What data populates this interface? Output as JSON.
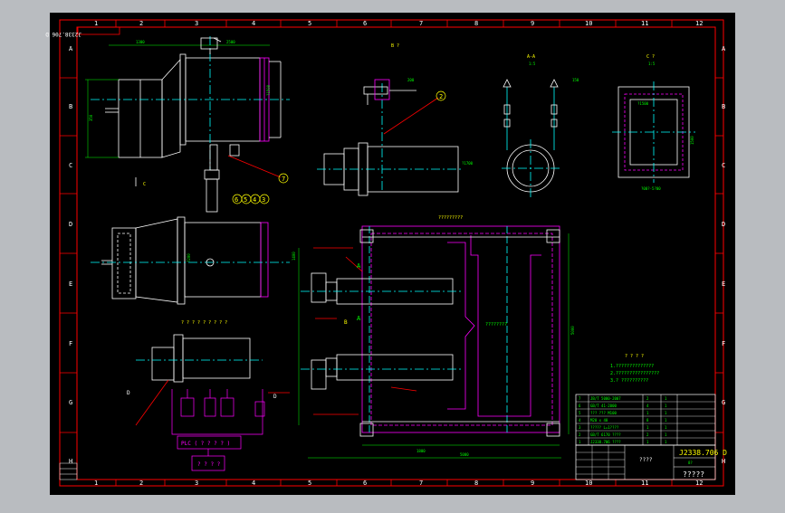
{
  "drawing": {
    "number_stamp": "J2338.706 D",
    "title_block_number": "J2338.706 D",
    "title_block_bottom": "?????",
    "title_block_left_label": "????",
    "title_block_row_code": "8?"
  },
  "zones": {
    "columns": [
      "1",
      "2",
      "3",
      "4",
      "5",
      "6",
      "7",
      "8",
      "9",
      "10",
      "11",
      "12"
    ],
    "rows": [
      "A",
      "B",
      "C",
      "D",
      "E",
      "F",
      "G",
      "H"
    ]
  },
  "views": {
    "section_b": "B ?",
    "section_aa": "A-A",
    "section_aa_scale": "1:5",
    "section_c": "C ?",
    "section_c_scale": "1:5",
    "view_c_marker": "C",
    "plan_title": "?????????",
    "bottom_left_title": "? ? ? ? ? ? ? ? ?",
    "mid_title": "????????",
    "marker_d": "D",
    "marker_a": "A",
    "marker_b": "B"
  },
  "balloons": {
    "top_view_right": "7",
    "section_b": "2",
    "part_callouts": [
      "6",
      "5",
      "4",
      "3"
    ]
  },
  "notes": {
    "title": "? ? ? ?",
    "lines": [
      "1.??????????????",
      "2.????????????????",
      "3.? ??????????"
    ]
  },
  "schematic": {
    "plc_label": "PLC ( ? ? ? ? )",
    "lower_box": "? ? ? ?"
  },
  "dims": {
    "d_top_width": "2500",
    "d_top_left": "1300",
    "d_top_dia": "?1500",
    "d_b_top": "350",
    "d_b_right": "?1700",
    "d_side_left": "?200",
    "d_plan_left": "1400",
    "d_plan_right": "5000",
    "d_plan_bottom": "1800",
    "d_plan_total": "5000",
    "d_c_left": "1500",
    "d_c_top": "?1500",
    "d_c_bottom": "?00?-5?00",
    "d_small_a": "200",
    "d_small_b": "150"
  },
  "bom_rows": [
    {
      "no": "7",
      "name": "JB/T 5000-2007",
      "qty": "2",
      "note": "1"
    },
    {
      "no": "6",
      "name": "GB/T 41-2000",
      "qty": "4",
      "note": "1"
    },
    {
      "no": "5",
      "name": "??? ??? M100",
      "qty": "1",
      "note": "1"
    },
    {
      "no": "4",
      "name": "M20 x 40",
      "qty": "8",
      "note": "1"
    },
    {
      "no": "3",
      "name": "????? L=1????",
      "qty": "1",
      "note": "1"
    },
    {
      "no": "2",
      "name": "GB/T 6170 ????",
      "qty": "2",
      "note": "1"
    },
    {
      "no": "1",
      "name": "J2338.706 ????",
      "qty": "1",
      "note": "1"
    }
  ],
  "colors": {
    "paper": "#000000",
    "frame": "#ff0000",
    "outline": "#ffffff",
    "center": "#00ffff",
    "hidden": "#ff00ff",
    "dimension": "#00ff00",
    "note": "#ffff00",
    "background": "#b9bcc0"
  }
}
